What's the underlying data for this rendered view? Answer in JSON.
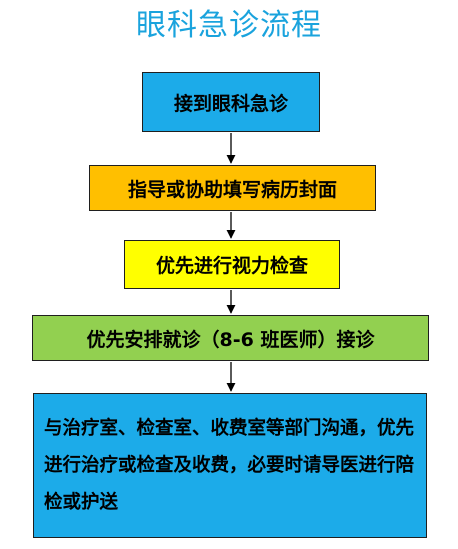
{
  "title": "眼科急诊流程",
  "steps": [
    "接到眼科急诊",
    "指导或协助填写病历封面",
    "优先进行视力检查",
    "优先安排就诊（8-6 班医师）接诊",
    "与治疗室、检查室、收费室等部门沟通，优先进行治疗或检查及收费，必要时请导医进行陪检或护送"
  ],
  "colors": {
    "title": "#1aa3dd",
    "step1": "#1cabe9",
    "step2": "#ffbf00",
    "step3": "#ffff00",
    "step4": "#92d050",
    "step5": "#1cabe9"
  }
}
